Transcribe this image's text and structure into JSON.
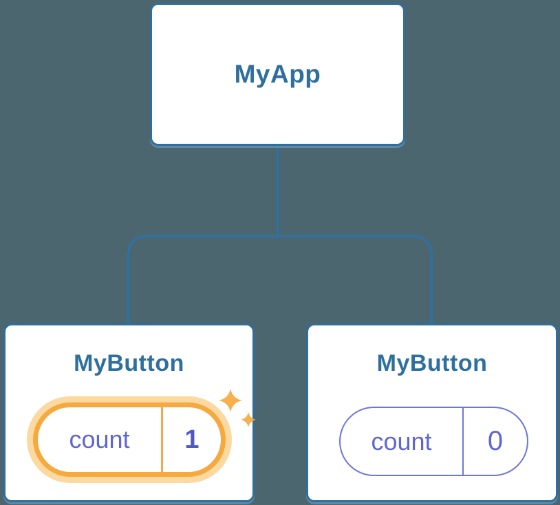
{
  "diagram": {
    "description": "React component tree diagram showing state in two sibling buttons",
    "colors": {
      "background": "#4c6670",
      "node_border_blue": "#2e6f9e",
      "component_name_blue": "#2e6f9e",
      "state_indigo": "#5f66d0",
      "highlight_orange": "#f5a93e",
      "highlight_halo": "#fbd9a1",
      "sparkle_orange": "#f6b04c",
      "node_fill": "#ffffff"
    },
    "root": {
      "label": "MyApp"
    },
    "children": [
      {
        "label": "MyButton",
        "state_key": "count",
        "state_value": "1",
        "highlighted": "true",
        "icon": "sparkles-icon"
      },
      {
        "label": "MyButton",
        "state_key": "count",
        "state_value": "0",
        "highlighted": "false"
      }
    ]
  }
}
